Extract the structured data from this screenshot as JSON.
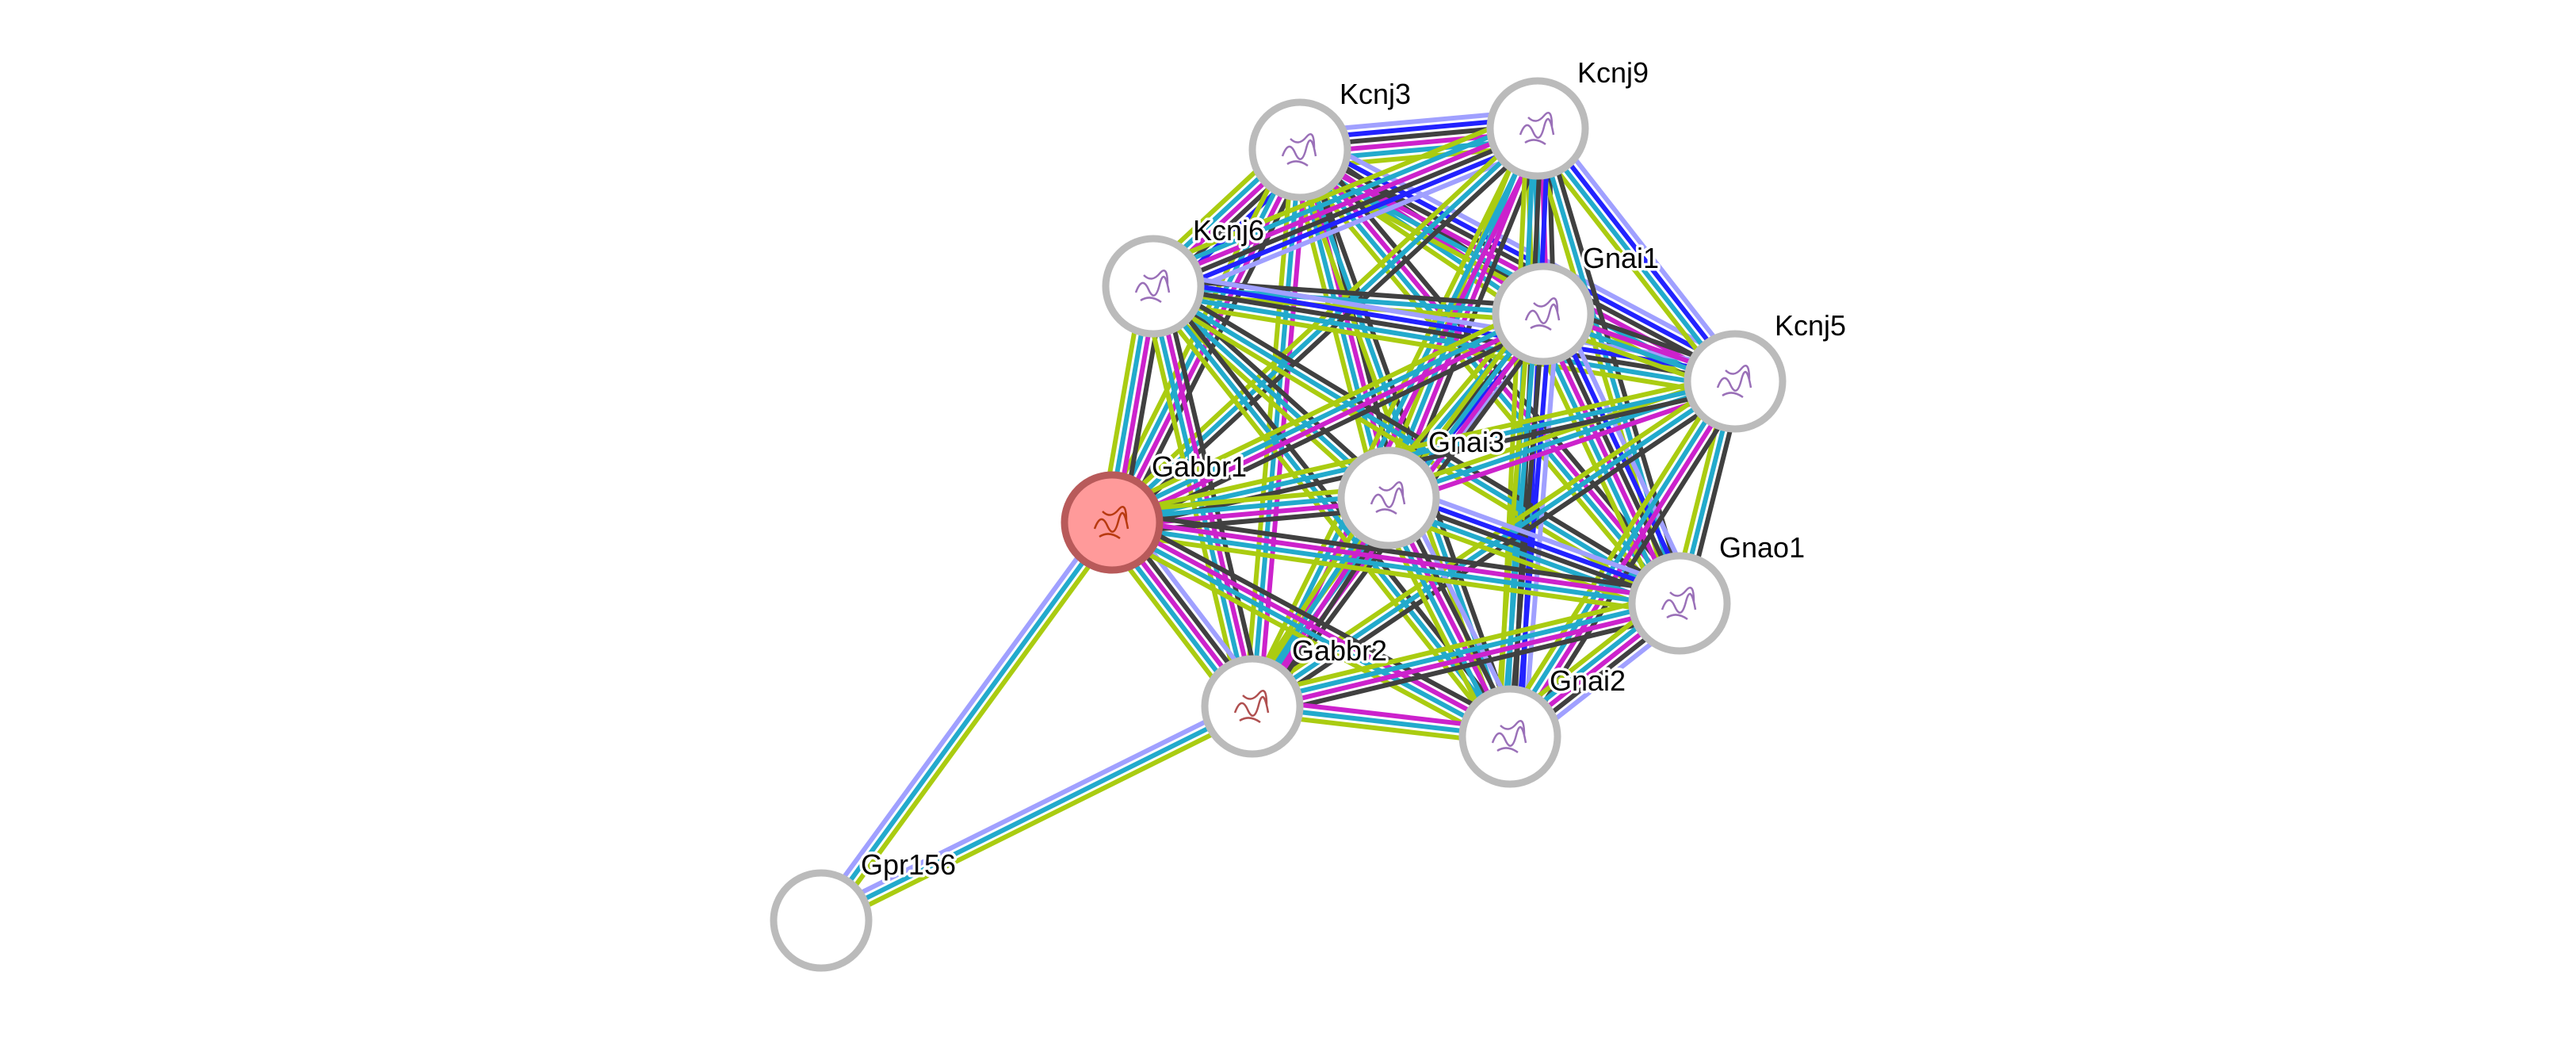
{
  "colors": {
    "h": "#a0a0ff",
    "b": "#2222ff",
    "k": "#404040",
    "m": "#cc22cc",
    "c": "#22aacc",
    "y": "#aacc11",
    "node_border": "#bbbbbb",
    "query_fill": "#ff9a9a",
    "query_border": "#b85a5a"
  },
  "nodes": [
    {
      "id": "Kcnj3",
      "label": "Kcnj3",
      "structure": true
    },
    {
      "id": "Kcnj9",
      "label": "Kcnj9",
      "structure": true
    },
    {
      "id": "Kcnj6",
      "label": "Kcnj6",
      "structure": true
    },
    {
      "id": "Gnai1",
      "label": "Gnai1",
      "structure": true
    },
    {
      "id": "Kcnj5",
      "label": "Kcnj5",
      "structure": true
    },
    {
      "id": "Gnai3",
      "label": "Gnai3",
      "structure": true
    },
    {
      "id": "Gabbr1",
      "label": "Gabbr1",
      "structure": true,
      "query": true
    },
    {
      "id": "Gnao1",
      "label": "Gnao1",
      "structure": true
    },
    {
      "id": "Gabbr2",
      "label": "Gabbr2",
      "structure": true
    },
    {
      "id": "Gnai2",
      "label": "Gnai2",
      "structure": true
    },
    {
      "id": "Gpr156",
      "label": "Gpr156",
      "structure": false
    }
  ],
  "edges": [
    [
      "Kcnj3",
      "Kcnj9",
      "hbkmcy"
    ],
    [
      "Kcnj3",
      "Kcnj6",
      "bkmcy"
    ],
    [
      "Kcnj3",
      "Gnai1",
      "kmcy"
    ],
    [
      "Kcnj3",
      "Kcnj5",
      "hbkmcy"
    ],
    [
      "Kcnj3",
      "Gnai3",
      "kmcy"
    ],
    [
      "Kcnj3",
      "Gabbr1",
      "kmcy"
    ],
    [
      "Kcnj3",
      "Gnao1",
      "kmcy"
    ],
    [
      "Kcnj3",
      "Gabbr2",
      "mcy"
    ],
    [
      "Kcnj3",
      "Gnai2",
      "kcy"
    ],
    [
      "Kcnj9",
      "Kcnj6",
      "hbkmcy"
    ],
    [
      "Kcnj9",
      "Gnai1",
      "kmcy"
    ],
    [
      "Kcnj9",
      "Kcnj5",
      "hbcy"
    ],
    [
      "Kcnj9",
      "Gnai3",
      "kmcy"
    ],
    [
      "Kcnj9",
      "Gabbr1",
      "kcy"
    ],
    [
      "Kcnj9",
      "Gnao1",
      "kcy"
    ],
    [
      "Kcnj9",
      "Gabbr2",
      "mcy"
    ],
    [
      "Kcnj9",
      "Gnai2",
      "bkcy"
    ],
    [
      "Kcnj6",
      "Gnai1",
      "kcy"
    ],
    [
      "Kcnj6",
      "Kcnj5",
      "hbkcy"
    ],
    [
      "Kcnj6",
      "Gnai3",
      "kcy"
    ],
    [
      "Kcnj6",
      "Gabbr1",
      "kmcy"
    ],
    [
      "Kcnj6",
      "Gnao1",
      "kcy"
    ],
    [
      "Kcnj6",
      "Gabbr2",
      "kmcy"
    ],
    [
      "Kcnj6",
      "Gnai2",
      "kcy"
    ],
    [
      "Gnai1",
      "Kcnj5",
      "kmcy"
    ],
    [
      "Gnai1",
      "Gnai3",
      "hbkcy"
    ],
    [
      "Gnai1",
      "Gabbr1",
      "kmcy"
    ],
    [
      "Gnai1",
      "Gnao1",
      "hbkmcy"
    ],
    [
      "Gnai1",
      "Gabbr2",
      "kmcy"
    ],
    [
      "Gnai1",
      "Gnai2",
      "hbkcy"
    ],
    [
      "Kcnj5",
      "Gnai3",
      "mcy"
    ],
    [
      "Kcnj5",
      "Gabbr1",
      "kcy"
    ],
    [
      "Kcnj5",
      "Gnao1",
      "kcy"
    ],
    [
      "Kcnj5",
      "Gabbr2",
      "kcy"
    ],
    [
      "Kcnj5",
      "Gnai2",
      "kmcy"
    ],
    [
      "Gnai3",
      "Gabbr1",
      "kmcy"
    ],
    [
      "Gnai3",
      "Gnao1",
      "hbkcy"
    ],
    [
      "Gnai3",
      "Gabbr2",
      "kmcy"
    ],
    [
      "Gnai3",
      "Gnai2",
      "hkmcy"
    ],
    [
      "Gabbr1",
      "Gnao1",
      "kmcy"
    ],
    [
      "Gabbr1",
      "Gabbr2",
      "hkmcy"
    ],
    [
      "Gabbr1",
      "Gnai2",
      "kmcy"
    ],
    [
      "Gnao1",
      "Gabbr2",
      "kmcy"
    ],
    [
      "Gnao1",
      "Gnai2",
      "hkmcy"
    ],
    [
      "Gabbr2",
      "Gnai2",
      "mcy"
    ],
    [
      "Gpr156",
      "Gabbr1",
      "hcy"
    ],
    [
      "Gpr156",
      "Gabbr2",
      "hcy"
    ]
  ]
}
